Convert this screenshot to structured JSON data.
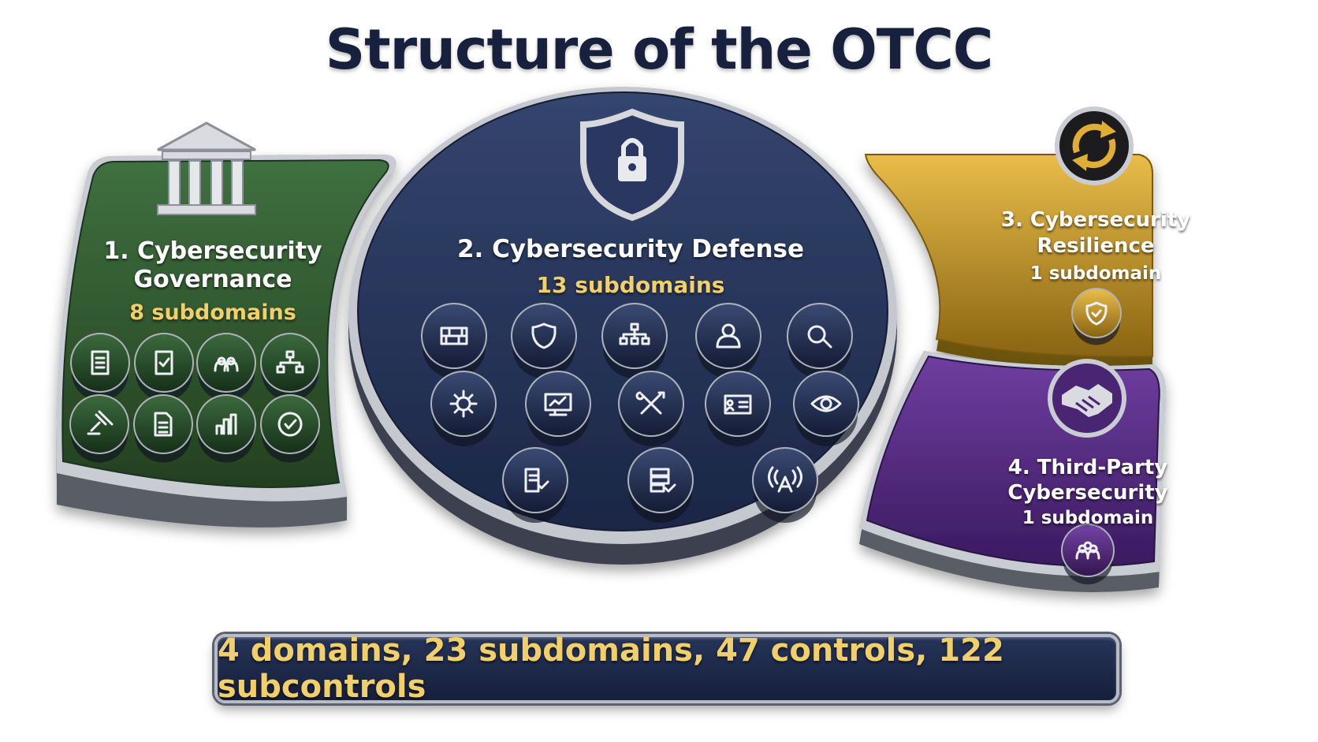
{
  "title": "Structure of the OTCC",
  "colors": {
    "governance": "#2f5a2f",
    "defense": "#243255",
    "resilience": "#c99a25",
    "third_party": "#5a2f82",
    "accent_gold": "#f1cf6a"
  },
  "domains": [
    {
      "label_line1": "1. Cybersecurity",
      "label_line2": "Governance",
      "subdomains": "8 subdomains",
      "header_icon": "government-building-icon",
      "icons": [
        "clipboard-list-icon",
        "clipboard-check-icon",
        "team-icon",
        "org-chart-icon",
        "gavel-icon",
        "document-icon",
        "bar-chart-icon",
        "checkmark-badge-icon"
      ]
    },
    {
      "label_line1": "2. Cybersecurity Defense",
      "subdomains": "13 subdomains",
      "header_icon": "shield-lock-icon",
      "icons": [
        "firewall-icon",
        "shield-icon",
        "network-hierarchy-icon",
        "user-icon",
        "magnifier-icon",
        "gear-icon",
        "monitor-chart-icon",
        "tools-icon",
        "id-card-icon",
        "eye-icon",
        "document-check-icon",
        "server-check-icon",
        "antenna-icon"
      ]
    },
    {
      "label_line1": "3. Cybersecurity",
      "label_line2": "Resilience",
      "subdomains": "1 subdomain",
      "header_icon": "refresh-icon",
      "icons": [
        "shield-check-icon"
      ]
    },
    {
      "label_line1": "4. Third-Party",
      "label_line2": "Cybersecurity",
      "subdomains": "1 subdomain",
      "header_icon": "handshake-icon",
      "icons": [
        "group-icon"
      ]
    }
  ],
  "summary": "4 domains, 23 subdomains, 47 controls, 122 subcontrols"
}
